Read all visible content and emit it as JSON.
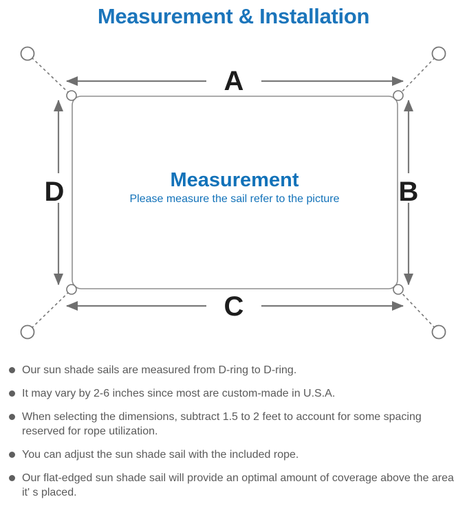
{
  "title": "Measurement & Installation",
  "colors": {
    "title_blue": "#1b75bb",
    "diagram_text_blue": "#1272b9",
    "line_gray": "#7a7a7a",
    "note_text_gray": "#5a5a5a"
  },
  "diagram": {
    "center_title": "Measurement",
    "center_subtitle": "Please measure the sail refer to the picture",
    "labels": {
      "top": "A",
      "right": "B",
      "bottom": "C",
      "left": "D"
    }
  },
  "notes": [
    {
      "text": "Our sun shade sails are measured from D-ring to D-ring."
    },
    {
      "text": "It may vary by 2-6 inches since most are custom-made in U.S.A."
    },
    {
      "text": "When selecting the dimensions, subtract 1.5 to 2 feet to account for some spacing reserved for rope utilization."
    },
    {
      "text": "You can adjust the sun shade sail with the included rope."
    },
    {
      "text": "Our flat-edged sun shade sail will provide an optimal amount of coverage above the area it' s placed."
    }
  ]
}
